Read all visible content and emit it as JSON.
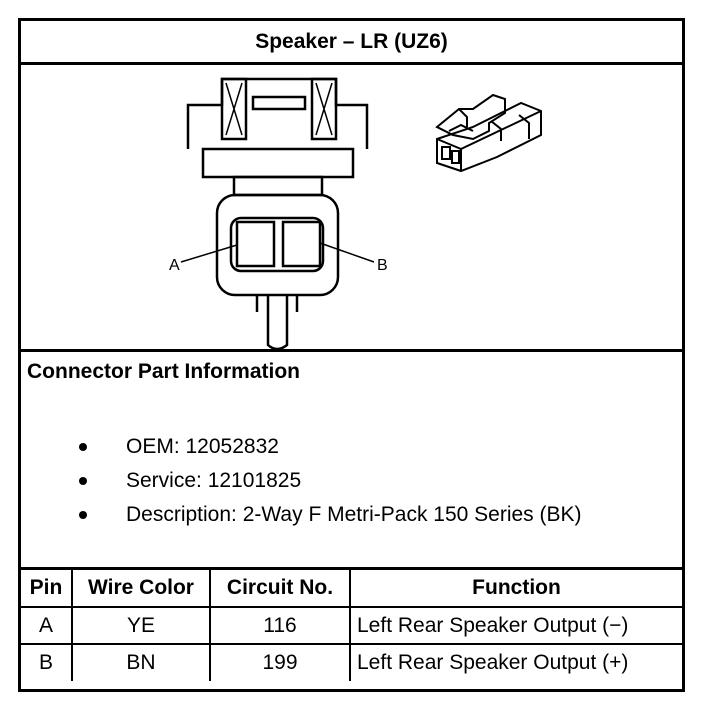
{
  "title": "Speaker – LR (UZ6)",
  "diagram": {
    "pin_a_label": "A",
    "pin_b_label": "B"
  },
  "info": {
    "heading": "Connector Part Information",
    "items": [
      "OEM: 12052832",
      "Service: 12101825",
      "Description: 2-Way F Metri-Pack 150 Series (BK)"
    ]
  },
  "table": {
    "headers": [
      "Pin",
      "Wire Color",
      "Circuit No.",
      "Function"
    ],
    "rows": [
      [
        "A",
        "YE",
        "116",
        "Left Rear Speaker Output (−)"
      ],
      [
        "B",
        "BN",
        "199",
        "Left Rear Speaker Output (+)"
      ]
    ]
  }
}
